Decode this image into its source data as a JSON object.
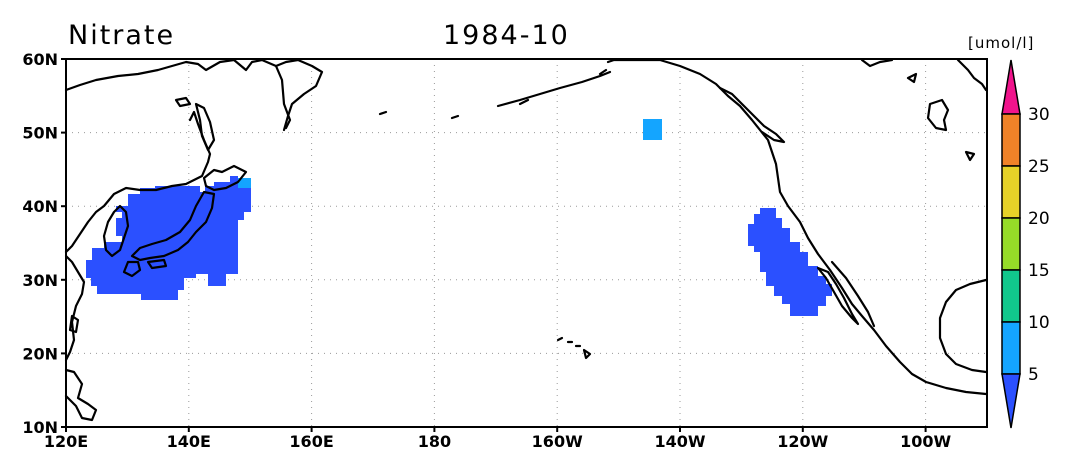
{
  "header": {
    "variable": "Nitrate",
    "date": "1984-10",
    "units": "[umol/l]"
  },
  "map": {
    "lon_range": [
      120,
      270
    ],
    "lat_range": [
      10,
      60
    ],
    "lat_ticks": [
      {
        "value": 10,
        "label": "10N"
      },
      {
        "value": 20,
        "label": "20N"
      },
      {
        "value": 30,
        "label": "30N"
      },
      {
        "value": 40,
        "label": "40N"
      },
      {
        "value": 50,
        "label": "50N"
      },
      {
        "value": 60,
        "label": "60N"
      }
    ],
    "lon_ticks": [
      {
        "value": 120,
        "label": "120E"
      },
      {
        "value": 140,
        "label": "140E"
      },
      {
        "value": 160,
        "label": "160E"
      },
      {
        "value": 180,
        "label": "180"
      },
      {
        "value": 200,
        "label": "160W"
      },
      {
        "value": 220,
        "label": "140W"
      },
      {
        "value": 240,
        "label": "120W"
      },
      {
        "value": 260,
        "label": "100W"
      }
    ],
    "grid_lines": "dotted",
    "regions": [
      {
        "name": "japan-sea-west-pacific",
        "class": "<5",
        "color": "#2b50ff"
      },
      {
        "name": "northeast-japan-patch",
        "class": "5-10",
        "color": "#14a5ff"
      },
      {
        "name": "gulf-of-alaska-point",
        "class": "5-10",
        "color": "#14a5ff"
      },
      {
        "name": "california-coast",
        "class": "<5",
        "color": "#2b50ff"
      }
    ]
  },
  "colorbar": {
    "labels": [
      "5",
      "10",
      "15",
      "20",
      "25",
      "30"
    ],
    "colors": [
      "#2b50ff",
      "#14a5ff",
      "#11c88c",
      "#96dc28",
      "#e6d228",
      "#f08228",
      "#f0148c"
    ],
    "extend": "both"
  }
}
